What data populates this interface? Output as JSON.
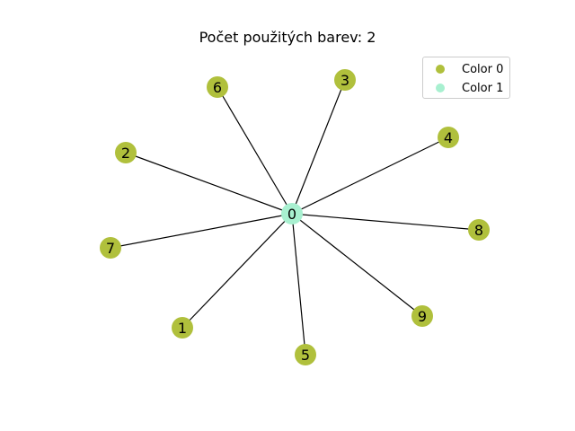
{
  "title": "Počet použitých barev: 2",
  "colors": {
    "color_0": "#b0c03c",
    "color_1": "#a8f0d0",
    "edge": "#000000"
  },
  "legend": {
    "placement": "top-right",
    "items": [
      {
        "label": "Color 0",
        "color_key": "color_0"
      },
      {
        "label": "Color 1",
        "color_key": "color_1"
      }
    ]
  },
  "graph": {
    "type": "star",
    "center": "0",
    "nodes": [
      {
        "id": "0",
        "color": 1
      },
      {
        "id": "1",
        "color": 0
      },
      {
        "id": "2",
        "color": 0
      },
      {
        "id": "3",
        "color": 0
      },
      {
        "id": "4",
        "color": 0
      },
      {
        "id": "5",
        "color": 0
      },
      {
        "id": "6",
        "color": 0
      },
      {
        "id": "7",
        "color": 0
      },
      {
        "id": "8",
        "color": 0
      },
      {
        "id": "9",
        "color": 0
      }
    ],
    "edges": [
      [
        "0",
        "1"
      ],
      [
        "0",
        "2"
      ],
      [
        "0",
        "3"
      ],
      [
        "0",
        "4"
      ],
      [
        "0",
        "5"
      ],
      [
        "0",
        "6"
      ],
      [
        "0",
        "7"
      ],
      [
        "0",
        "8"
      ],
      [
        "0",
        "9"
      ]
    ]
  }
}
